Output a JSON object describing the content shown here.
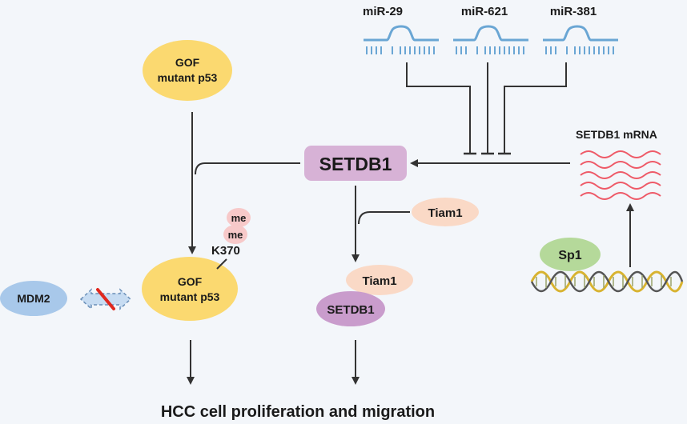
{
  "colors": {
    "background": "#f3f6fa",
    "gof_fill": "#fbd970",
    "setdb1_fill": "#d7b2d6",
    "tiam1_fill": "#fad9c6",
    "me_fill": "#f7c9c9",
    "mdm2_fill": "#a8c8ea",
    "sp1_fill": "#b5d99a",
    "mrna_stroke": "#ee5a68",
    "mirna_stroke": "#6aa6d4",
    "arrow": "#333333",
    "block_cross": "#e0281e"
  },
  "nodes": {
    "gof_top": {
      "line1": "GOF",
      "line2": "mutant p53"
    },
    "gof_bottom": {
      "line1": "GOF",
      "line2": "mutant p53"
    },
    "setdb1_main": "SETDB1",
    "setdb1_small": "SETDB1",
    "tiam1_side": "Tiam1",
    "tiam1_complex": "Tiam1",
    "me_1": "me",
    "me_2": "me",
    "k370": "K370",
    "mdm2": "MDM2",
    "sp1": "Sp1",
    "setdb1_mrna": "SETDB1 mRNA",
    "outcome": "HCC cell proliferation and migration"
  },
  "mirnas": [
    {
      "label": "miR-29",
      "icon": "mirna-hairpin-icon"
    },
    {
      "label": "miR-621",
      "icon": "mirna-hairpin-icon"
    },
    {
      "label": "miR-381",
      "icon": "mirna-hairpin-icon"
    }
  ],
  "icons": {
    "mrna": "mrna-wave-icon",
    "dna": "dna-helix-icon",
    "blocked_interaction": "blocked-double-arrow-icon"
  }
}
